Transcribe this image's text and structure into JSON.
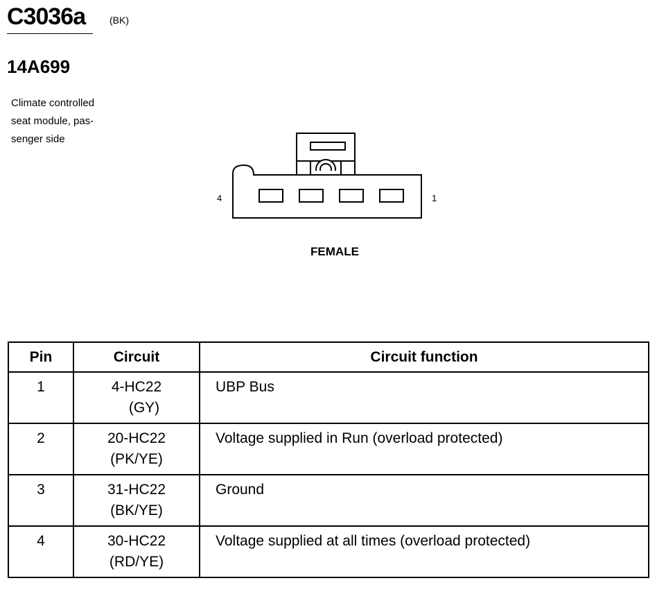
{
  "header": {
    "connector_id": "C3036a",
    "connector_color": "(BK)",
    "part_number": "14A699",
    "description_lines": [
      "Climate controlled",
      "seat module, pas-",
      "senger side"
    ]
  },
  "diagram": {
    "pin_left": "4",
    "pin_right": "1",
    "gender": "FEMALE"
  },
  "table": {
    "headers": {
      "pin": "Pin",
      "circuit": "Circuit",
      "function": "Circuit function"
    },
    "rows": [
      {
        "pin": "1",
        "circuit": "4-HC22",
        "color": "(GY)",
        "function": "UBP Bus"
      },
      {
        "pin": "2",
        "circuit": "20-HC22",
        "color": "(PK/YE)",
        "function": "Voltage supplied in Run (overload protected)"
      },
      {
        "pin": "3",
        "circuit": "31-HC22",
        "color": "(BK/YE)",
        "function": "Ground"
      },
      {
        "pin": "4",
        "circuit": "30-HC22",
        "color": "(RD/YE)",
        "function": "Voltage supplied at all times (overload protected)"
      }
    ]
  }
}
